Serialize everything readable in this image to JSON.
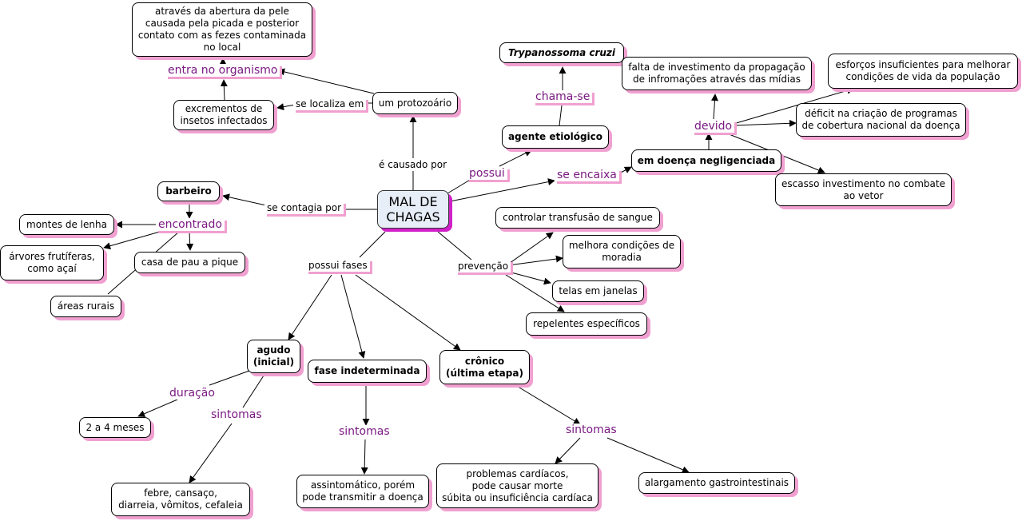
{
  "colors": {
    "node_shadow": "#f0a0d0",
    "root_shadow": "#d020c8",
    "link_label_purple": "#7a1a82",
    "root_fill": "#e8eef8"
  },
  "nodes": {
    "root": "MAL DE\nCHAGAS",
    "pele": "através da abertura da pele\ncausada pela picada e posterior\ncontato com as fezes contaminada\nno local",
    "trypanossoma": "Trypanossoma cruzi",
    "falta_investimento": "falta de investimento da propagação\nde infromações através das mídias",
    "esforcos": "esforços insuficientes para melhorar\ncondições de vida da população",
    "excrementos": "excrementos de\ninsetos infectados",
    "protozoario": "um protozoário",
    "agente": "agente etiológico",
    "deficit": "déficit na criação de programas\nde cobertura nacional da doença",
    "negligenciada": "em doença negligenciada",
    "escasso": "escasso investimento no combate\nao vetor",
    "barbeiro": "barbeiro",
    "lenha": "montes de lenha",
    "transfusao": "controlar transfusão de sangue",
    "moradia": "melhora condições de\nmoradia",
    "arvores": "árvores frutíferas,\ncomo açaí",
    "casa": "casa de pau a pique",
    "areas": "áreas rurais",
    "telas": "telas em janelas",
    "repelentes": "repelentes específicos",
    "agudo": "agudo\n(inicial)",
    "indeterminada": "fase indeterminada",
    "cronico": "crônico\n(última etapa)",
    "meses": "2 a 4 meses",
    "febre": "febre, cansaço,\ndiarreia, vômitos, cefaleia",
    "assintomatico": "assintomático, porém\npode transmitir a doença",
    "cardiacos": "problemas cardíacos,\npode causar morte\nsúbita ou insuficiência cardíaca",
    "alargamento": "alargamento gastrointestinais"
  },
  "labels": {
    "entra": "entra no organismo",
    "chama": "chama-se",
    "devido": "devido",
    "localiza": "se localiza em",
    "causado": "é causado por",
    "possui": "possui",
    "encaixa": "se encaixa",
    "contagia": "se contagia por",
    "encontrado": "encontrado",
    "fases": "possui fases",
    "prevencao": "prevenção",
    "duracao": "duração",
    "sintomas1": "sintomas",
    "sintomas2": "sintomas",
    "sintomas3": "sintomas"
  }
}
